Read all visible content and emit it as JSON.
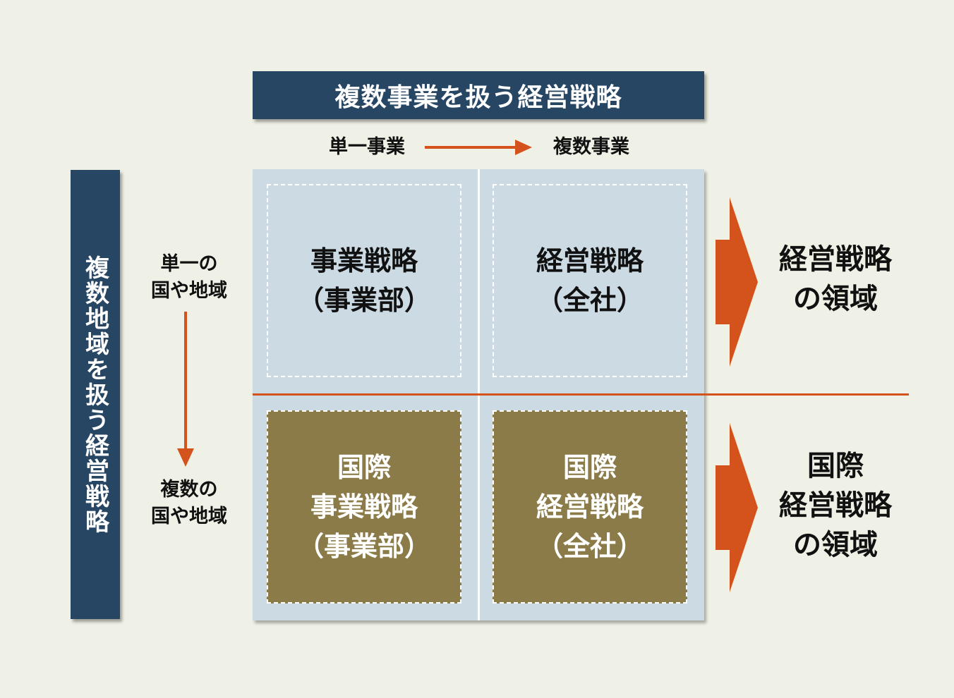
{
  "top_banner": "複数事業を扱う経営戦略",
  "left_banner": "複数地域を扱う経営戦略",
  "x_axis": {
    "from": "単一事業",
    "to": "複数事業"
  },
  "y_axis": {
    "from": [
      "単一の",
      "国や地域"
    ],
    "to": [
      "複数の",
      "国や地域"
    ]
  },
  "cells": {
    "top_left": [
      "事業戦略",
      "（事業部）"
    ],
    "top_right": [
      "経営戦略",
      "（全社）"
    ],
    "bottom_left": [
      "国際",
      "事業戦略",
      "（事業部）"
    ],
    "bottom_right": [
      "国際",
      "経営戦略",
      "（全社）"
    ]
  },
  "regions": {
    "top": [
      "経営戦略",
      "の領域"
    ],
    "bottom": [
      "国際",
      "経営戦略",
      "の領域"
    ]
  },
  "colors": {
    "banner": "#274664",
    "grid": "#ccdae4",
    "cell_dark": "#8b7b48",
    "accent": "#d4531c",
    "background": "#f0f1e6"
  }
}
